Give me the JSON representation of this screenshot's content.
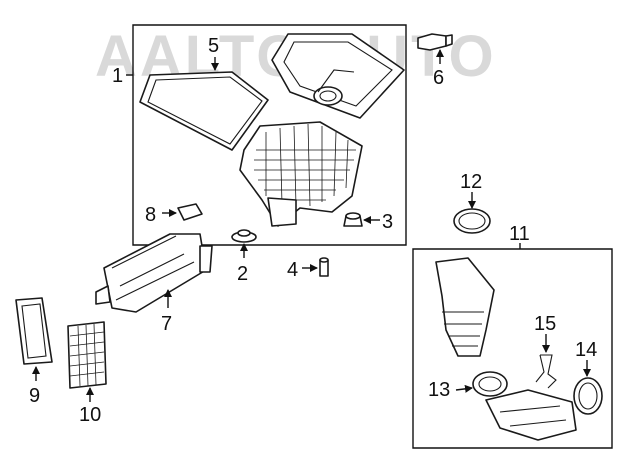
{
  "watermark": "AALTO AUTO",
  "labels": {
    "p1": "1",
    "p2": "2",
    "p3": "3",
    "p4": "4",
    "p5": "5",
    "p6": "6",
    "p7": "7",
    "p8": "8",
    "p9": "9",
    "p10": "10",
    "p11": "11",
    "p12": "12",
    "p13": "13",
    "p14": "14",
    "p15": "15"
  }
}
